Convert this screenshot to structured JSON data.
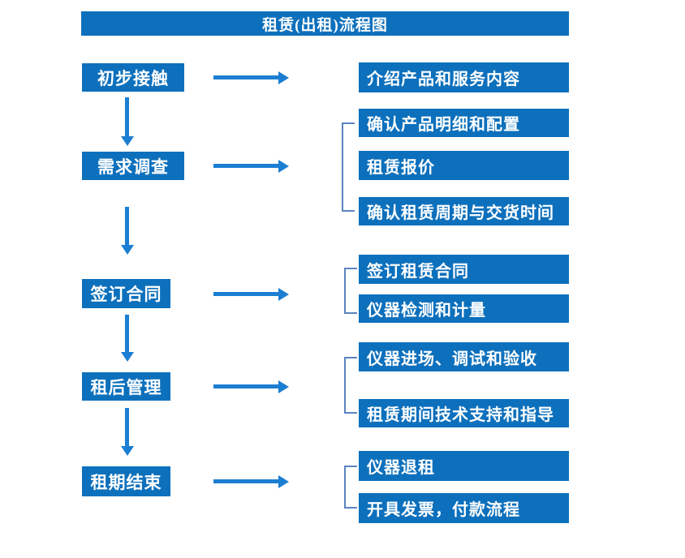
{
  "flow": {
    "title": "租赁(出租)流程图",
    "steps": [
      {
        "label": "初步接触",
        "details": [
          "介绍产品和服务内容"
        ]
      },
      {
        "label": "需求调查",
        "details": [
          "确认产品明细和配置",
          "租赁报价",
          "确认租赁周期与交货时间"
        ]
      },
      {
        "label": "签订合同",
        "details": [
          "签订租赁合同",
          "仪器检测和计量"
        ]
      },
      {
        "label": "租后管理",
        "details": [
          "仪器进场、调试和验收",
          "租赁期间技术支持和指导"
        ]
      },
      {
        "label": "租期结束",
        "details": [
          "仪器退租",
          "开具发票，付款流程"
        ]
      }
    ]
  },
  "colors": {
    "box": "#0d70bc",
    "arrow": "#1b7ed2",
    "bracket": "#5b84c0",
    "text": "#ffffff",
    "background": "#ffffff"
  }
}
